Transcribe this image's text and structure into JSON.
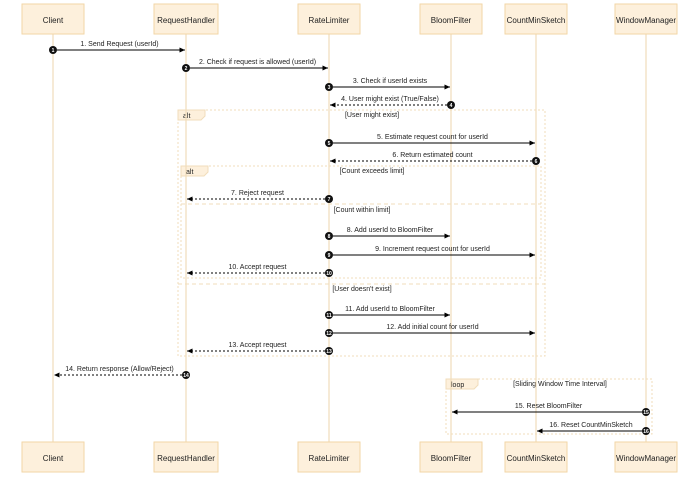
{
  "participants": [
    "Client",
    "RequestHandler",
    "RateLimiter",
    "BloomFilter",
    "CountMinSketch",
    "WindowManager"
  ],
  "colors": {
    "box_fill": "#fdf0dc",
    "box_stroke": "#f2d6a6",
    "lifeline": "#f1ddbb",
    "frame": "#f1ddbb",
    "arrow": "#000000",
    "badge": "#111111",
    "badge_text": "#ffffff"
  },
  "messages": [
    {
      "n": "1",
      "label": "1. Send Request (userId)",
      "from": "Client",
      "to": "RequestHandler",
      "dashed": false
    },
    {
      "n": "2",
      "label": "2. Check if request is allowed (userId)",
      "from": "RequestHandler",
      "to": "RateLimiter",
      "dashed": false
    },
    {
      "n": "3",
      "label": "3. Check if userId exists",
      "from": "RateLimiter",
      "to": "BloomFilter",
      "dashed": false
    },
    {
      "n": "4",
      "label": "4. User might exist (True/False)",
      "from": "BloomFilter",
      "to": "RateLimiter",
      "dashed": true
    },
    {
      "n": "5",
      "label": "5. Estimate request count for userId",
      "from": "RateLimiter",
      "to": "CountMinSketch",
      "dashed": false
    },
    {
      "n": "6",
      "label": "6. Return estimated count",
      "from": "CountMinSketch",
      "to": "RateLimiter",
      "dashed": true
    },
    {
      "n": "7",
      "label": "7. Reject request",
      "from": "RateLimiter",
      "to": "RequestHandler",
      "dashed": true
    },
    {
      "n": "8",
      "label": "8. Add userId to BloomFilter",
      "from": "RateLimiter",
      "to": "BloomFilter",
      "dashed": false
    },
    {
      "n": "9",
      "label": "9. Increment request count for userId",
      "from": "RateLimiter",
      "to": "CountMinSketch",
      "dashed": false
    },
    {
      "n": "10",
      "label": "10. Accept request",
      "from": "RateLimiter",
      "to": "RequestHandler",
      "dashed": true
    },
    {
      "n": "11",
      "label": "11. Add userId to BloomFilter",
      "from": "RateLimiter",
      "to": "BloomFilter",
      "dashed": false
    },
    {
      "n": "12",
      "label": "12. Add initial count for userId",
      "from": "RateLimiter",
      "to": "CountMinSketch",
      "dashed": false
    },
    {
      "n": "13",
      "label": "13. Accept request",
      "from": "RateLimiter",
      "to": "RequestHandler",
      "dashed": true
    },
    {
      "n": "14",
      "label": "14. Return response (Allow/Reject)",
      "from": "RequestHandler",
      "to": "Client",
      "dashed": true
    },
    {
      "n": "15",
      "label": "15. Reset BloomFilter",
      "from": "WindowManager",
      "to": "BloomFilter",
      "dashed": false
    },
    {
      "n": "16",
      "label": "16. Reset CountMinSketch",
      "from": "WindowManager",
      "to": "CountMinSketch",
      "dashed": false
    }
  ],
  "fragments": [
    {
      "kind": "alt",
      "condition": "[User might exist]"
    },
    {
      "kind": "alt",
      "condition": "[Count exceeds limit]"
    },
    {
      "kind": "",
      "condition": "[Count within limit]"
    },
    {
      "kind": "",
      "condition": "[User doesn't exist]"
    },
    {
      "kind": "loop",
      "condition": "[Sliding Window Time Interval]"
    }
  ]
}
